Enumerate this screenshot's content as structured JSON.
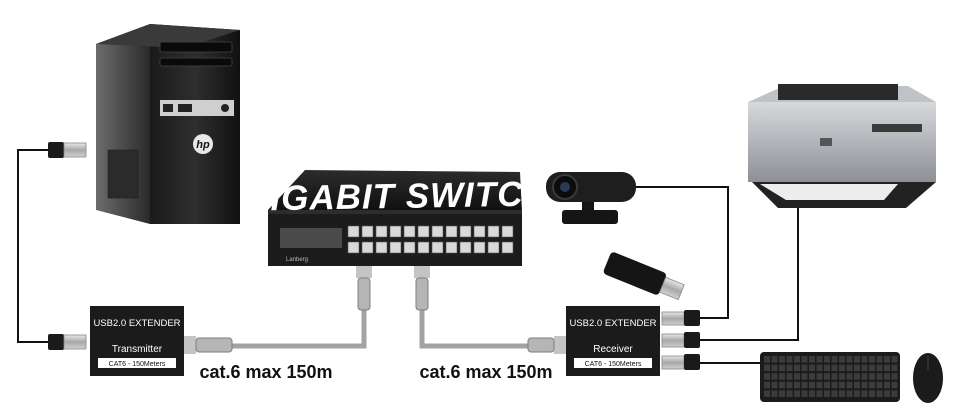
{
  "switch": {
    "label": "GIGABIT SWITCH",
    "brand": "Lanberg"
  },
  "transmitter": {
    "title": "USB2.0 EXTENDER",
    "name": "Transmitter",
    "badge": "CAT6 - 150Meters"
  },
  "receiver": {
    "title": "USB2.0 EXTENDER",
    "name": "Receiver",
    "badge": "CAT6 - 150Meters"
  },
  "cables": {
    "left_label": "cat.6 max 150m",
    "right_label": "cat.6 max 150m"
  },
  "pc": {
    "brand_logo": "hp"
  },
  "icons": {
    "pc": "desktop-tower-icon",
    "switch": "network-switch-icon",
    "webcam": "webcam-icon",
    "flash_drive": "usb-flash-drive-icon",
    "printer": "printer-icon",
    "keyboard": "keyboard-icon",
    "mouse": "mouse-icon",
    "usb_plug": "usb-plug-icon",
    "rj45_plug": "rj45-plug-icon"
  },
  "colors": {
    "device_black": "#1b1b1b",
    "cable_grey": "#9a9a9a",
    "label_white": "#ffffff",
    "text_dark": "#111111"
  }
}
